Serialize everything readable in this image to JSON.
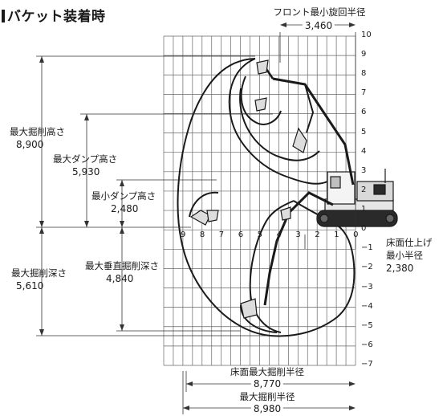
{
  "title": "バケット装着時",
  "front_min_swing_radius": {
    "label": "フロント最小旋回半径",
    "value": "3,460"
  },
  "max_dig_height": {
    "label": "最大掘削高さ",
    "value": "8,900"
  },
  "max_dump_height": {
    "label": "最大ダンプ高さ",
    "value": "5,930"
  },
  "min_dump_height": {
    "label": "最小ダンプ高さ",
    "value": "2,480"
  },
  "max_vertical_dig_depth": {
    "label": "最大垂直掘削深さ",
    "value": "4,840"
  },
  "max_dig_depth": {
    "label": "最大掘削深さ",
    "value": "5,610"
  },
  "floor_finish_min_radius": {
    "label_line1": "床面仕上げ",
    "label_line2": "最小半径",
    "value": "2,380"
  },
  "max_reach_ground": {
    "label": "床面最大掘削半径",
    "value": "8,770"
  },
  "max_reach": {
    "label": "最大掘削半径",
    "value": "8,980"
  },
  "y_ticks": [
    "10",
    "9",
    "8",
    "7",
    "6",
    "5",
    "4",
    "3",
    "2",
    "1",
    "0",
    "−1",
    "−2",
    "−3",
    "−4",
    "−5",
    "−6",
    "−7"
  ],
  "x_ticks": [
    "9",
    "8",
    "7",
    "6",
    "5",
    "4",
    "3",
    "2",
    "1",
    "0"
  ],
  "colors": {
    "grid": "#555555",
    "curve": "#1a1a1a",
    "dim": "#333333"
  }
}
